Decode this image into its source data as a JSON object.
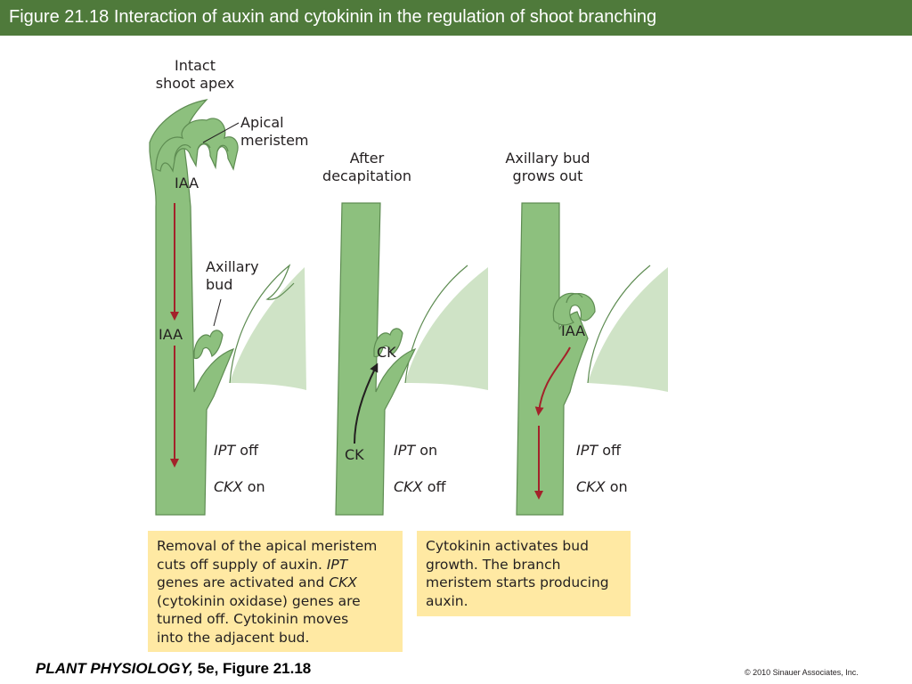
{
  "header": {
    "title": "Figure 21.18  Interaction of auxin and cytokinin in the regulation of shoot branching"
  },
  "colors": {
    "header_bg": "#4f7a3b",
    "stem": "#8dc07e",
    "stem_outline": "#5e8c52",
    "auxin_arrow": "#a3222a",
    "caption_bg": "#ffe9a3"
  },
  "panels": [
    {
      "heading": [
        "Intact",
        "shoot apex"
      ],
      "apical_label": [
        "Apical",
        "meristem"
      ],
      "iaa_top": "IAA",
      "iaa_mid": "IAA",
      "axillary_label": [
        "Axillary",
        "bud"
      ],
      "ipt": {
        "gene": "IPT",
        "state": " off"
      },
      "ckx": {
        "gene": "CKX",
        "state": " on"
      }
    },
    {
      "heading": [
        "After",
        "decapitation"
      ],
      "ck_top": "CK",
      "ck_bottom": "CK",
      "ipt": {
        "gene": "IPT",
        "state": " on"
      },
      "ckx": {
        "gene": "CKX",
        "state": " off"
      }
    },
    {
      "heading": [
        "Axillary bud",
        "grows out"
      ],
      "iaa": "IAA",
      "ipt": {
        "gene": "IPT",
        "state": " off"
      },
      "ckx": {
        "gene": "CKX",
        "state": " on"
      }
    }
  ],
  "captions": [
    {
      "lines": [
        [
          "Removal of the apical meristem",
          "",
          ""
        ],
        [
          "cuts off supply of auxin. ",
          "IPT",
          ""
        ],
        [
          "genes are activated and ",
          "CKX",
          ""
        ],
        [
          "(cytokinin oxidase) genes are",
          "",
          ""
        ],
        [
          "turned off. Cytokinin moves",
          "",
          ""
        ],
        [
          "into the adjacent bud.",
          "",
          ""
        ]
      ]
    },
    {
      "lines": [
        [
          "Cytokinin activates bud",
          "",
          ""
        ],
        [
          "growth. The branch",
          "",
          ""
        ],
        [
          "meristem starts producing",
          "",
          ""
        ],
        [
          "auxin.",
          "",
          ""
        ]
      ]
    }
  ],
  "footer": {
    "book": "PLANT PHYSIOLOGY,",
    "edition": " 5e, Figure 21.18",
    "copyright": "© 2010 Sinauer Associates, Inc."
  }
}
